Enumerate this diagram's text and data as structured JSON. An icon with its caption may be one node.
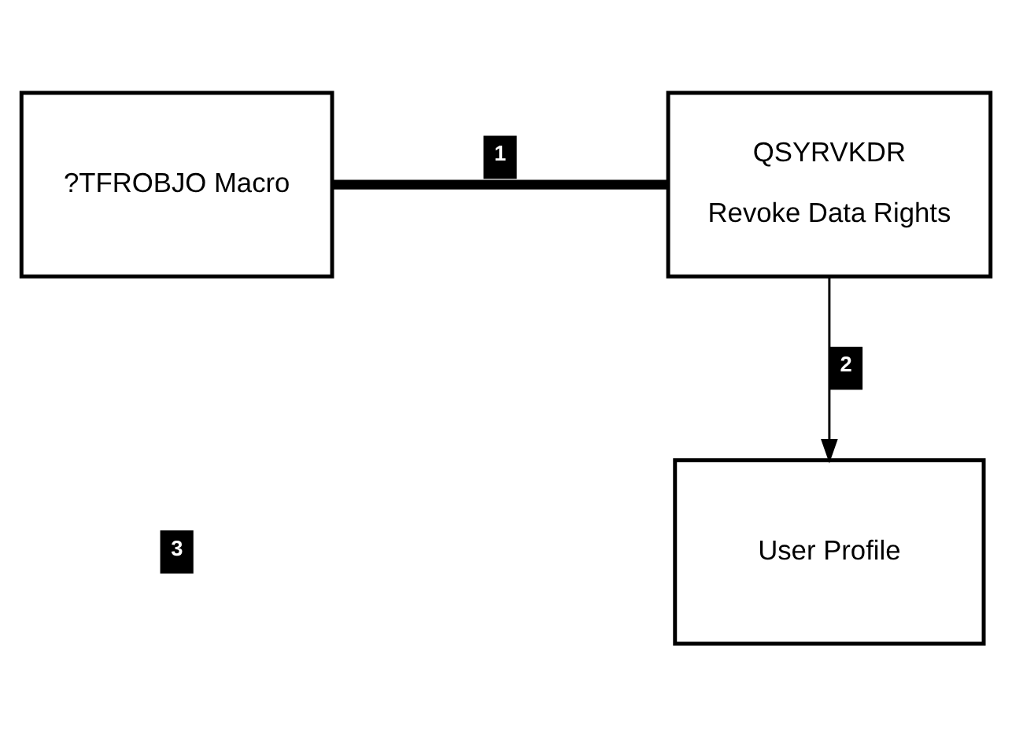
{
  "diagram": {
    "nodes": [
      {
        "text": [
          "?TFROBJO Macro"
        ]
      },
      {
        "text": [
          "QSYRVKDR",
          "Revoke Data Rights"
        ]
      },
      {
        "text": [
          "User Profile"
        ]
      }
    ],
    "edges": [
      {
        "from": 0,
        "to": 1,
        "arrow": "none",
        "label": "1",
        "style": "thick"
      },
      {
        "from": 1,
        "to": 2,
        "arrow": "to",
        "label": "2"
      }
    ],
    "labels": [
      "3"
    ]
  }
}
